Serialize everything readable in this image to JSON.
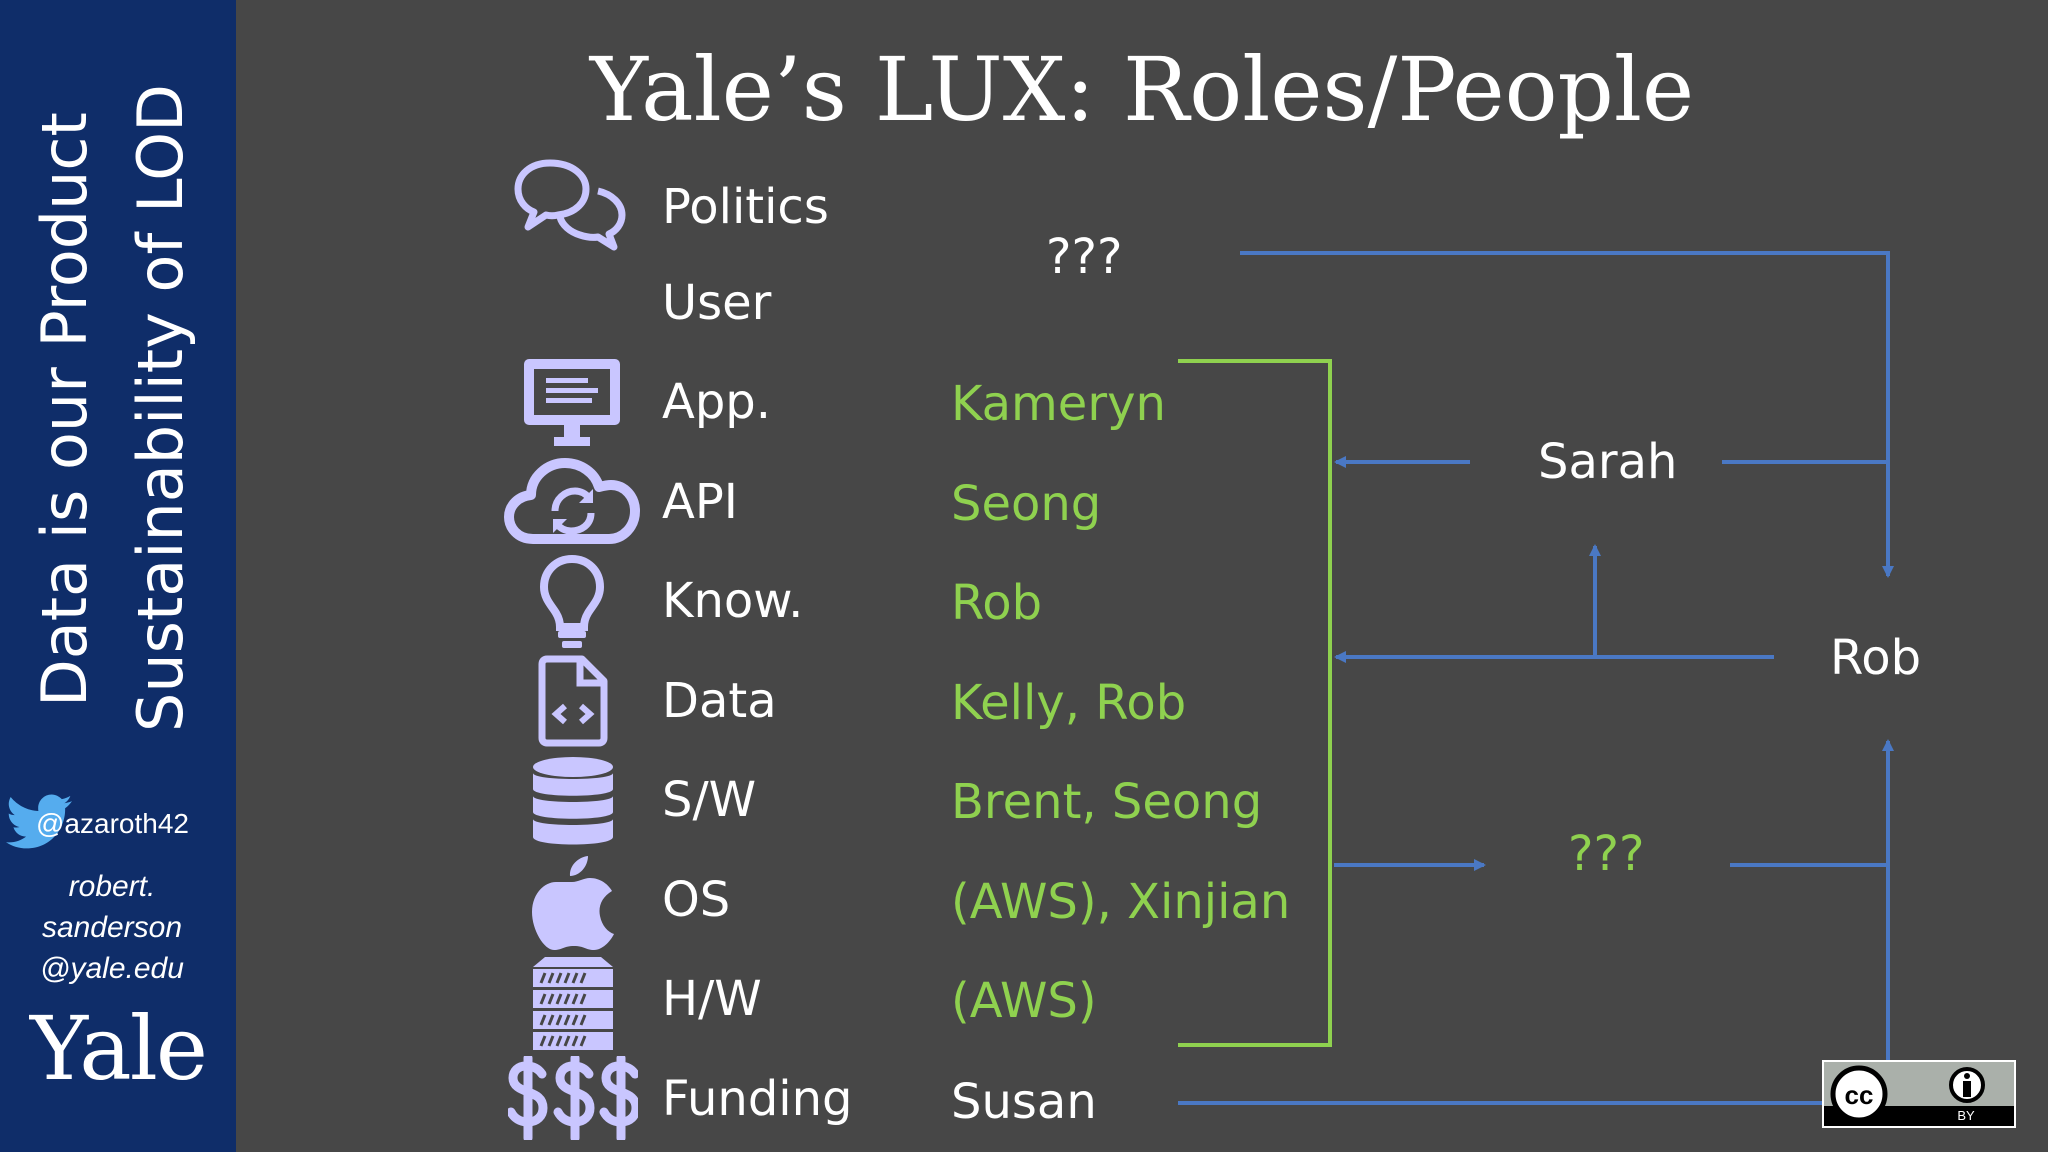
{
  "sidebar": {
    "vertical_line1": "Data is our Product",
    "vertical_line2": "Sustainability of LOD",
    "twitter_handle": "@azaroth42",
    "email_lines": [
      "robert.",
      "sanderson",
      "@yale.edu"
    ],
    "logo": "Yale"
  },
  "title": "Yale’s LUX: Roles/People",
  "layers": [
    {
      "label": "Politics",
      "icon": "speech-bubbles-icon",
      "person": ""
    },
    {
      "label": "User",
      "icon": "",
      "person": ""
    },
    {
      "label": "App.",
      "icon": "monitor-icon",
      "person": "Kameryn"
    },
    {
      "label": "API",
      "icon": "cloud-sync-icon",
      "person": "Seong"
    },
    {
      "label": "Know.",
      "icon": "lightbulb-icon",
      "person": "Rob"
    },
    {
      "label": "Data",
      "icon": "code-file-icon",
      "person": "Kelly, Rob"
    },
    {
      "label": "S/W",
      "icon": "database-icon",
      "person": "Brent, Seong"
    },
    {
      "label": "OS",
      "icon": "apple-icon",
      "person": "(AWS), Xinjian"
    },
    {
      "label": "H/W",
      "icon": "server-rack-icon",
      "person": "(AWS)"
    },
    {
      "label": "Funding",
      "icon": "dollar-signs-icon",
      "person": "Susan"
    }
  ],
  "unknown_top": "???",
  "managers": {
    "sarah": "Sarah",
    "rob": "Rob",
    "unknown": "???"
  },
  "colors": {
    "sidebar": "#0f2d69",
    "background": "#474747",
    "icon": "#c9c6ff",
    "green": "#8fd14f",
    "arrow": "#4a78c4"
  },
  "license_badge": {
    "icon": "cc-by-icon",
    "text": "BY"
  }
}
